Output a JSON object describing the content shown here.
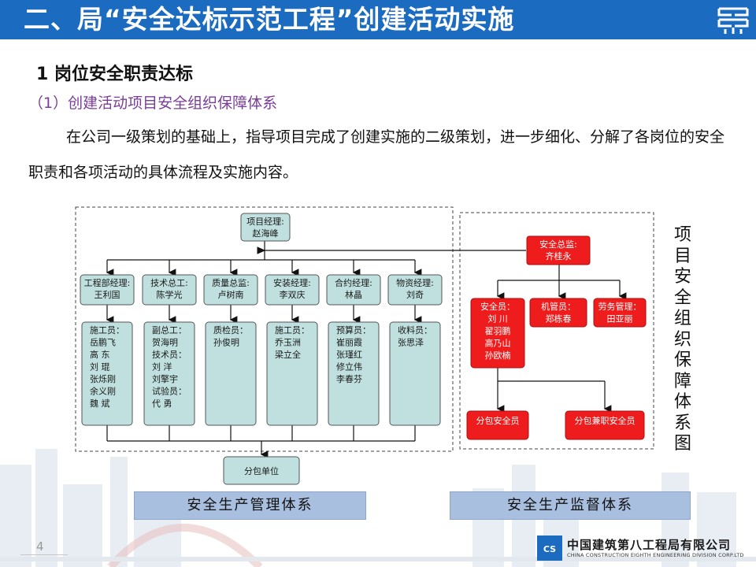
{
  "header": {
    "title": "二、局“安全达标示范工程”创建活动实施"
  },
  "section": {
    "heading": "1  岗位安全职责达标",
    "subheading": "（1）创建活动项目安全组织保障体系",
    "paragraph": "在公司一级策划的基础上，指导项目完成了创建实施的二级策划，进一步细化、分解了各岗位的安全职责和各项活动的具体流程及实施内容。"
  },
  "org_left": {
    "top": {
      "role": "项目经理:",
      "name": "赵海峰"
    },
    "managers": [
      {
        "role": "工程部经理:",
        "name": "王利国"
      },
      {
        "role": "技术总工:",
        "name": "陈学光"
      },
      {
        "role": "质量总监:",
        "name": "卢树南"
      },
      {
        "role": "安装经理:",
        "name": "李双庆"
      },
      {
        "role": "合约经理:",
        "name": "林晶"
      },
      {
        "role": "物资经理:",
        "name": "刘奇"
      }
    ],
    "teams": [
      {
        "lines": [
          "施工员：",
          "岳鹏飞",
          "高  东",
          "刘  琨",
          "张烁刚",
          "余义刚",
          "魏  斌"
        ]
      },
      {
        "lines": [
          "副总工：",
          "贺海明",
          "技术员：",
          "刘  洋",
          "刘擎宇",
          "试验员：",
          "代  勇"
        ]
      },
      {
        "lines": [
          "质检员：",
          "孙俊明"
        ]
      },
      {
        "lines": [
          "施工员：",
          "乔玉洲",
          "梁立全"
        ]
      },
      {
        "lines": [
          "预算员：",
          "崔丽霞",
          "张瑾红",
          "修立伟",
          "李春芬"
        ]
      },
      {
        "lines": [
          "收料员：",
          "张思泽"
        ]
      }
    ],
    "bottom": {
      "label": "分包单位"
    }
  },
  "org_right": {
    "top": {
      "role": "安全总监:",
      "name": "齐桂永"
    },
    "mid": [
      {
        "lines": [
          "安全员：",
          "刘  川",
          "翟羽鹏",
          "高乃山",
          "孙欧楠"
        ]
      },
      {
        "lines": [
          "机管员：",
          "郑栋春"
        ]
      },
      {
        "lines": [
          "劳务管理：",
          "田亚丽"
        ]
      }
    ],
    "bottom": [
      {
        "label": "分包安全员"
      },
      {
        "label": "分包兼职安全员"
      }
    ]
  },
  "side_title": "项目安全组织保障体系图",
  "system_labels": {
    "left": "安全生产管理体系",
    "right": "安全生产监督体系"
  },
  "page_number": "4",
  "footer": {
    "company_cn": "中国建筑第八工程局有限公司",
    "company_en": "CHINA CONSTRUCTION EIGHTH ENGINEERING DIVISION CORP.LTD"
  },
  "colors": {
    "header_blue": "#1b6bc0",
    "box_teal": "#bfe0de",
    "box_red": "#ee1c1c",
    "bar_blue": "#a9bfe0"
  }
}
